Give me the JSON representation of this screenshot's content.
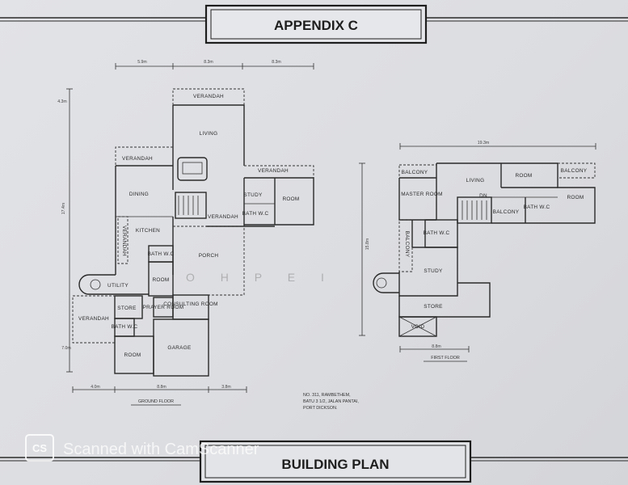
{
  "header_title": "APPENDIX C",
  "footer_title": "BUILDING PLAN",
  "watermark": {
    "text": "Scanned with CamScanner",
    "logo": "CS",
    "faint": "O H P E I"
  },
  "ground_floor": {
    "caption": "GROUND FLOOR",
    "rooms": {
      "verandah_top": "VERANDAH",
      "living": "LIVING",
      "verandah_left": "VERANDAH",
      "verandah_right": "VERANDAH",
      "dining": "DINING",
      "study": "STUDY",
      "room_right": "ROOM",
      "bath_wc_right": "BATH W.C",
      "verandah_center": "VERANDAH",
      "kitchen": "KITCHEN",
      "verandah_side": "VERANDAH",
      "bath_wc_mid": "BATH W.C",
      "porch": "PORCH",
      "room_mid": "ROOM",
      "utility": "UTILITY",
      "consulting_room": "CONSULTING ROOM",
      "prayer_room": "PRAYER ROOM",
      "store": "STORE",
      "verandah_bottom": "VERANDAH",
      "bath_wc_bottom": "BATH W.C",
      "room_bottom": "ROOM",
      "garage": "GARAGE"
    },
    "dimensions": {
      "top": [
        "5.9m",
        "8.3m",
        "8.3m"
      ],
      "left_upper": "4.3m",
      "left_total": "17.4m",
      "left_lower": "7.0m",
      "bottom": [
        "4.0m",
        "8.8m",
        "3.8m"
      ]
    }
  },
  "first_floor": {
    "caption": "FIRST FLOOR",
    "rooms": {
      "balcony_top_left": "BALCONY",
      "living": "LIVING",
      "room_top": "ROOM",
      "balcony_top_right": "BALCONY",
      "master_room": "MASTER ROOM",
      "dn": "DN",
      "balcony_mid": "BALCONY",
      "bath_wc_right": "BATH W.C",
      "room_right": "ROOM",
      "bath_wc_left": "BATH W.C",
      "balcony_side": "BALCONY",
      "study": "STUDY",
      "store": "STORE",
      "void": "VOID"
    },
    "dimensions": {
      "top": "19.3m",
      "left": "15.8m",
      "bottom": "8.8m"
    }
  },
  "address": {
    "line1": "NO. 311, RAMBETHEM,",
    "line2": "BATU 3 1/2, JALAN PANTAI,",
    "line3": "PORT DICKSON."
  }
}
